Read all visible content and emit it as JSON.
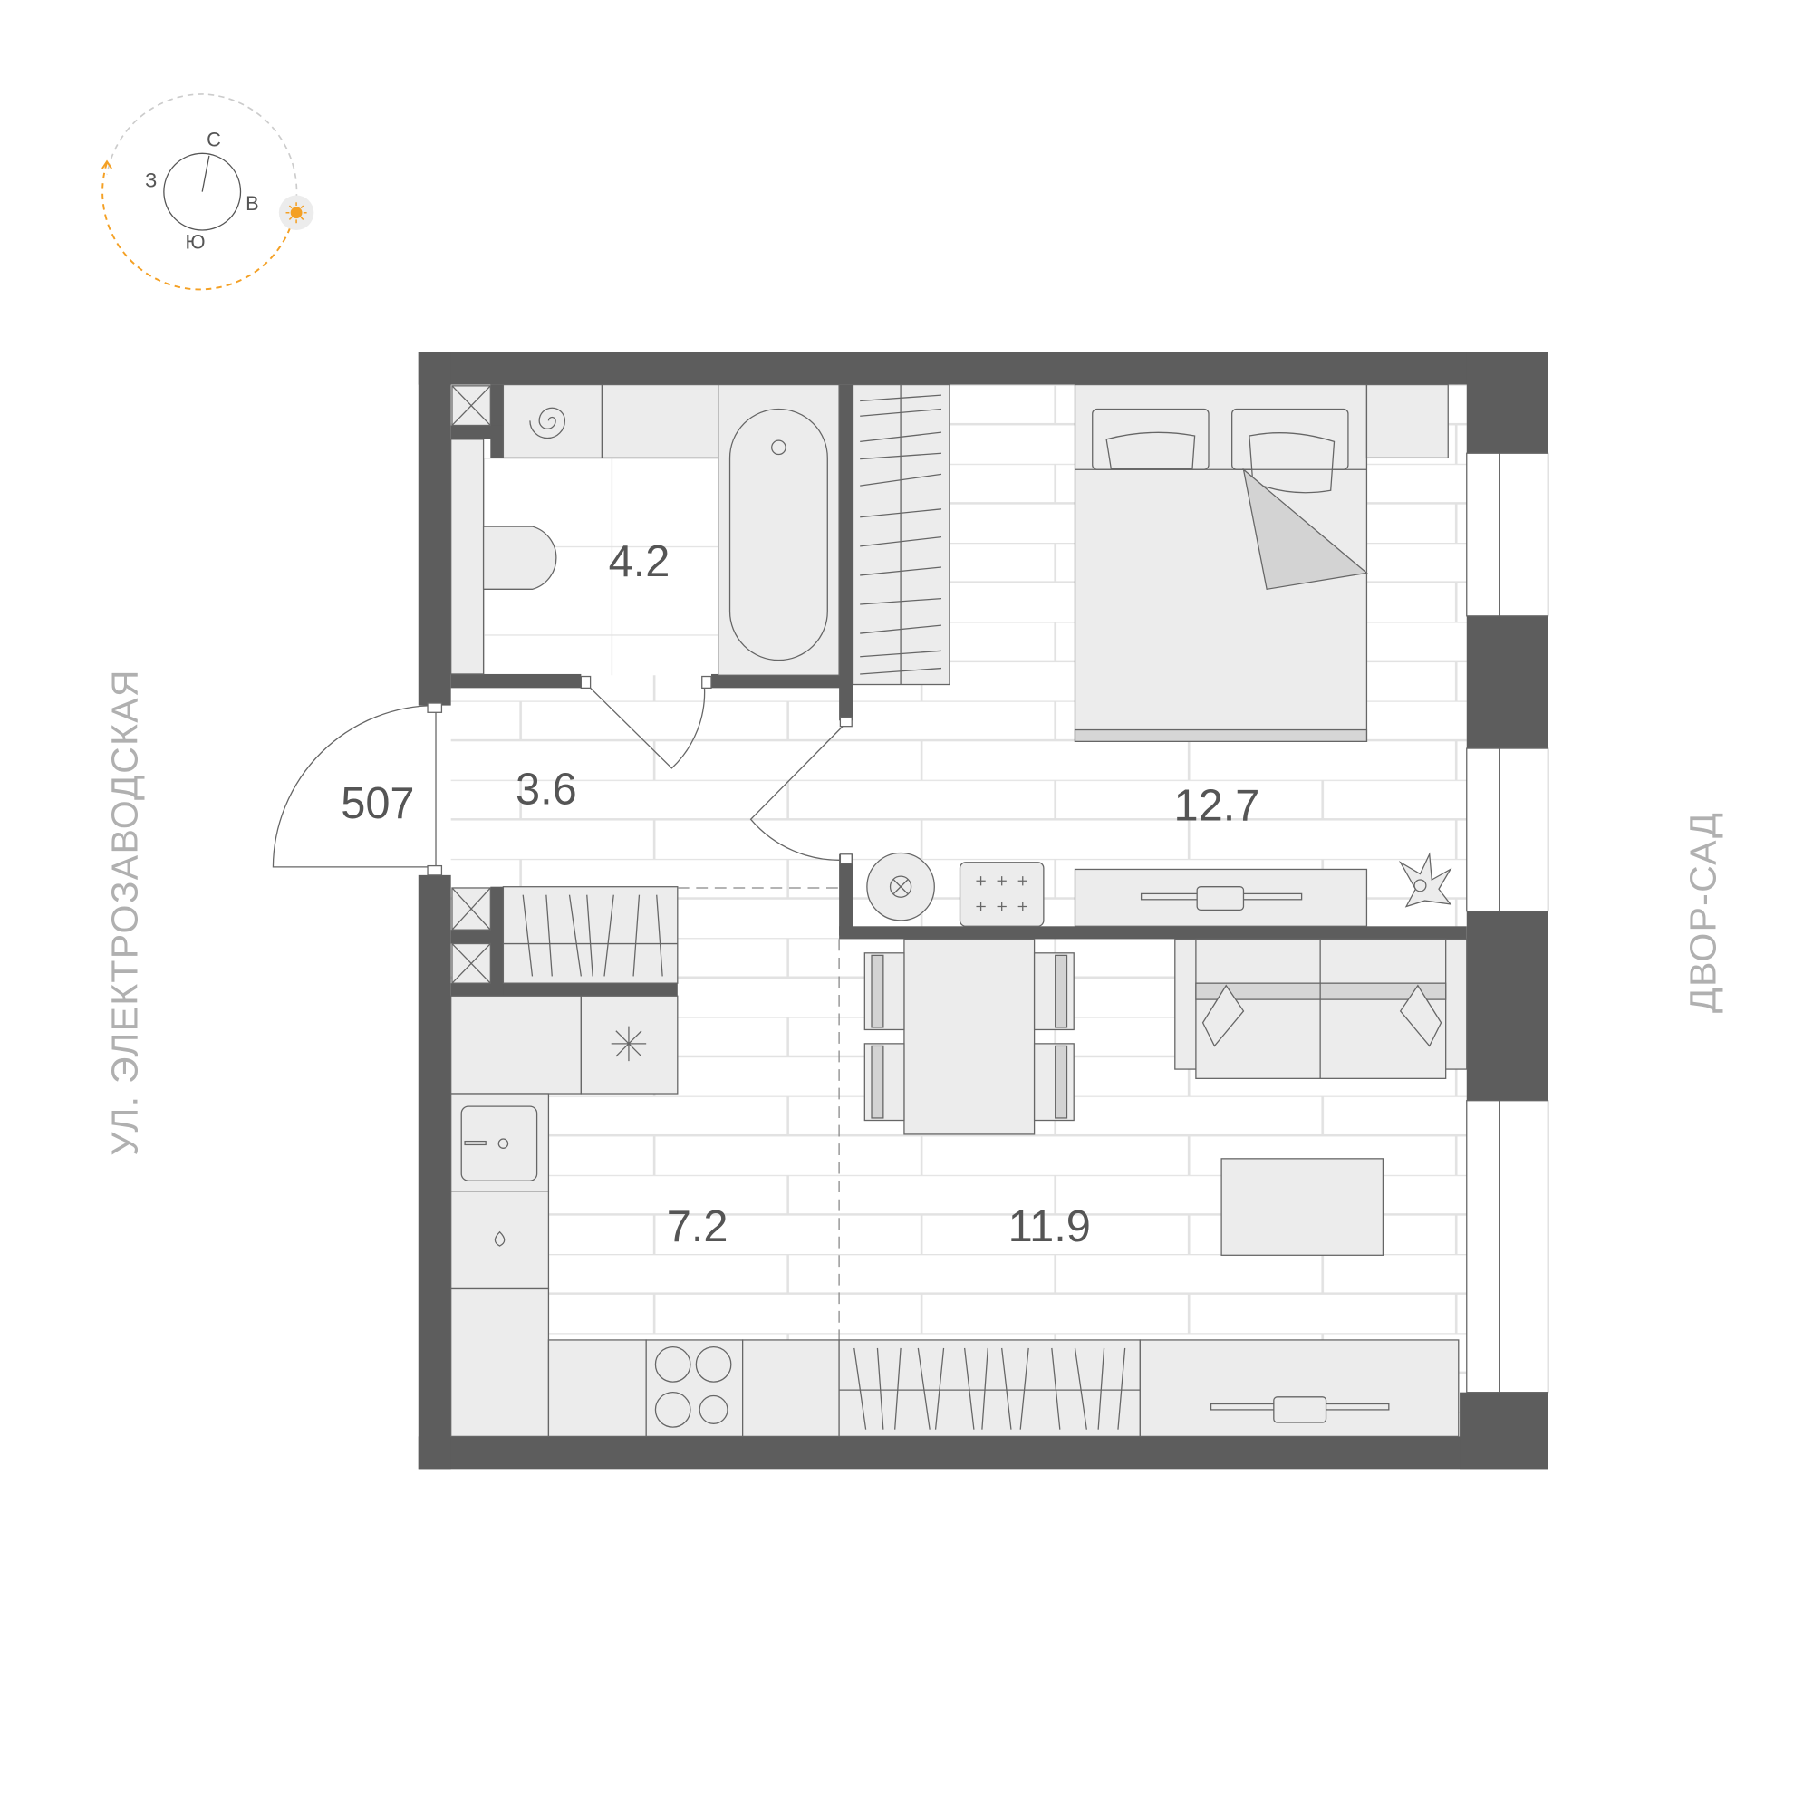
{
  "plan": {
    "apartment_number": "507",
    "rooms": [
      {
        "name": "bathroom",
        "area": "4.2"
      },
      {
        "name": "hallway",
        "area": "3.6"
      },
      {
        "name": "bedroom",
        "area": "12.7"
      },
      {
        "name": "kitchen",
        "area": "7.2"
      },
      {
        "name": "living-room",
        "area": "11.9"
      }
    ],
    "street_left": "УЛ. ЭЛЕКТРОЗАВОДСКАЯ",
    "street_right": "ДВОР-САД"
  },
  "compass": {
    "north": "С",
    "west": "З",
    "east": "В",
    "south": "Ю",
    "sun_color": "#f4a024"
  },
  "colors": {
    "wall": "#5d5d5d",
    "furniture": "#ececec",
    "tile": "#e2e2e2"
  }
}
